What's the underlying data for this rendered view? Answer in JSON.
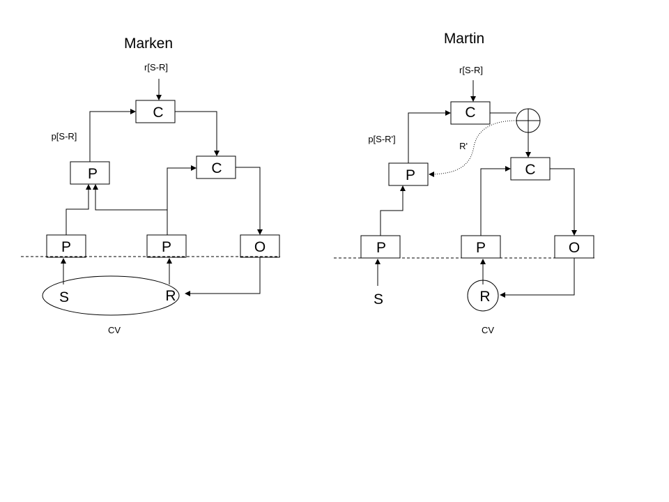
{
  "diagrams": [
    {
      "title": "Marken",
      "reference_label": "r[S-R]",
      "perception_label": "p[S-R]",
      "comparator_top": "C",
      "comparator_lower": "C",
      "perception_upper": "P",
      "perception_s": "P",
      "perception_r": "P",
      "output": "O",
      "stimulus": "S",
      "response": "R",
      "cv_label": "CV"
    },
    {
      "title": "Martin",
      "reference_label": "r[S-R]",
      "perception_label": "p[S-R']",
      "imagined_label": "R'",
      "comparator_top": "C",
      "comparator_lower": "C",
      "perception_upper": "P",
      "perception_s": "P",
      "perception_r": "P",
      "output": "O",
      "stimulus": "S",
      "response": "R",
      "cv_label": "CV",
      "summing_junction": "sum-junction-icon"
    }
  ]
}
